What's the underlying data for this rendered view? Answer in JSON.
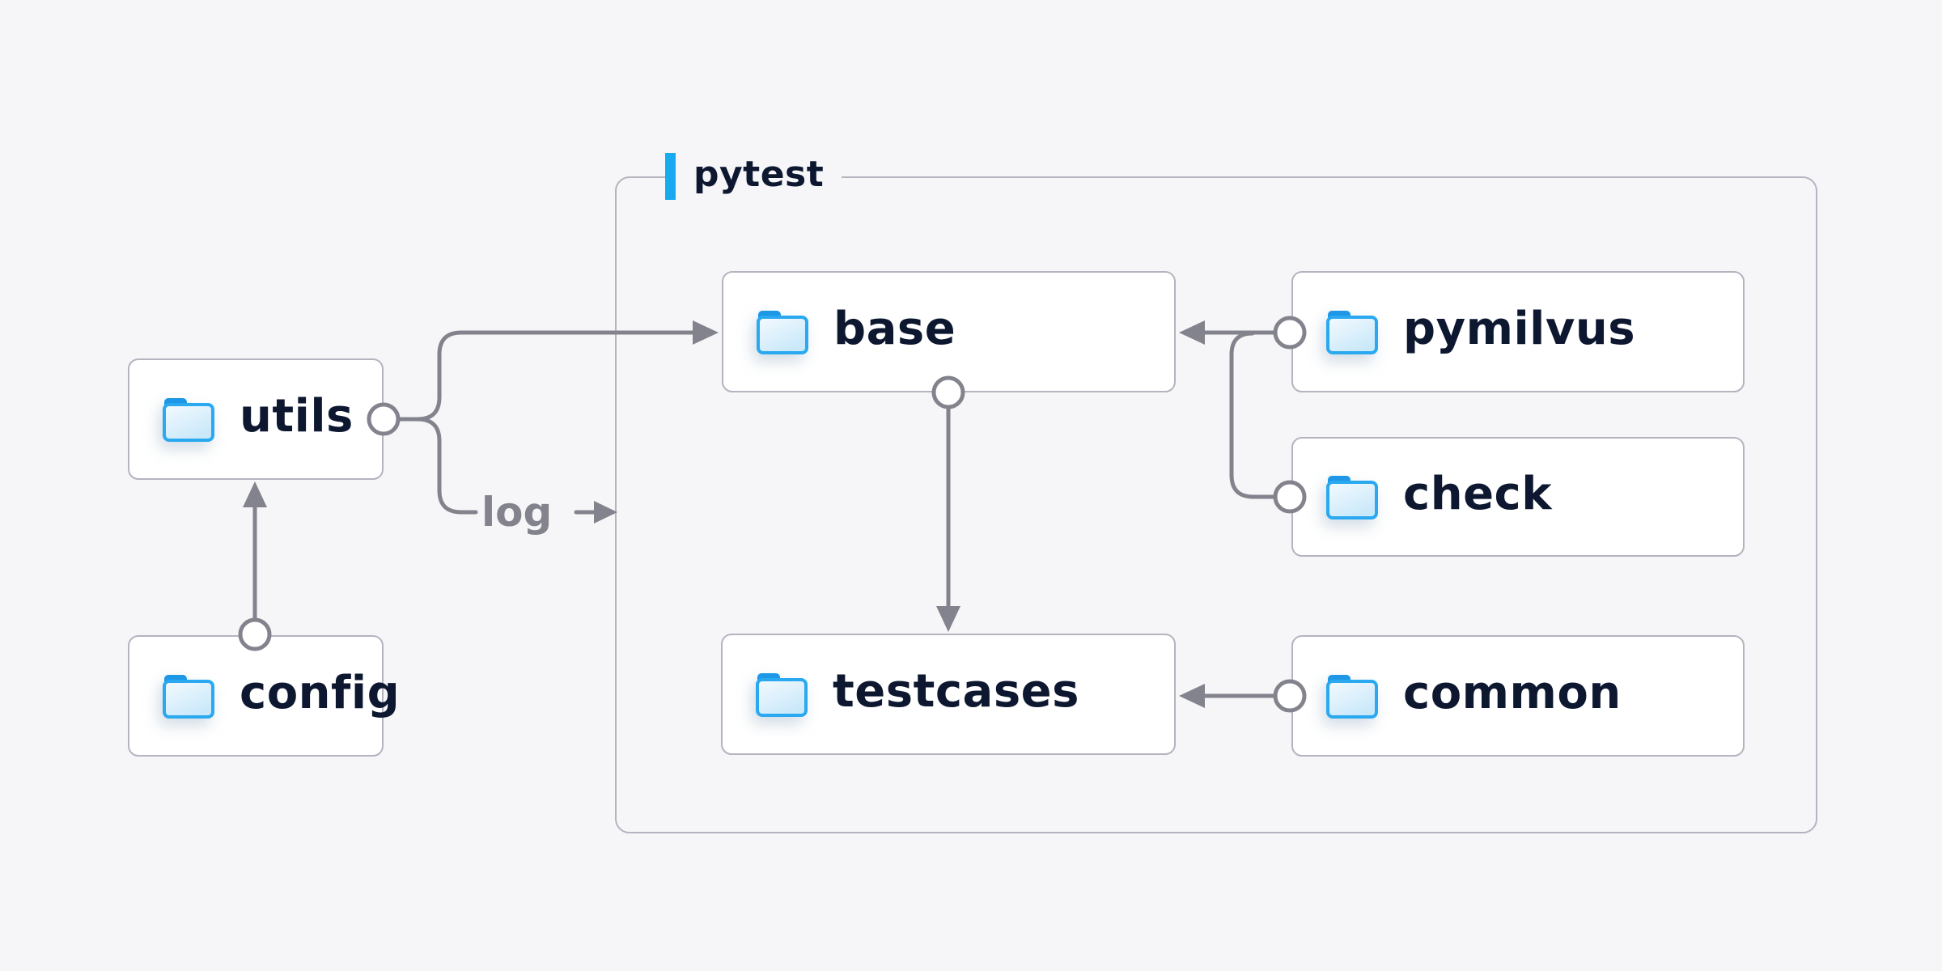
{
  "group": {
    "label": "pytest"
  },
  "nodes": {
    "utils": {
      "label": "utils",
      "icon": "folder-icon"
    },
    "config": {
      "label": "config",
      "icon": "folder-icon"
    },
    "base": {
      "label": "base",
      "icon": "folder-icon"
    },
    "pymilvus": {
      "label": "pymilvus",
      "icon": "folder-icon"
    },
    "check": {
      "label": "check",
      "icon": "folder-icon"
    },
    "testcases": {
      "label": "testcases",
      "icon": "folder-icon"
    },
    "common": {
      "label": "common",
      "icon": "folder-icon"
    }
  },
  "edges": [
    {
      "from": "config",
      "to": "utils",
      "type": "arrow",
      "label": ""
    },
    {
      "from": "utils",
      "to": "base",
      "type": "arrow",
      "label": ""
    },
    {
      "from": "utils",
      "to": "pytest-group",
      "type": "arrow",
      "label": "log"
    },
    {
      "from": "pymilvus",
      "to": "base",
      "type": "arrow",
      "label": ""
    },
    {
      "from": "check",
      "to": "base",
      "type": "arrow",
      "label": ""
    },
    {
      "from": "base",
      "to": "testcases",
      "type": "arrow",
      "label": ""
    },
    {
      "from": "common",
      "to": "testcases",
      "type": "arrow",
      "label": ""
    }
  ],
  "colors": {
    "background": "#f6f6f8",
    "node_background": "#ffffff",
    "node_border": "#b4b4c0",
    "node_text": "#0d1830",
    "connector_gray": "#83838d",
    "accent_blue": "#18aaee",
    "folder_outline_blue": "#2aa9f0",
    "folder_tab_blue": "#1d97e6",
    "folder_fill_light": "#e9f5fd"
  }
}
